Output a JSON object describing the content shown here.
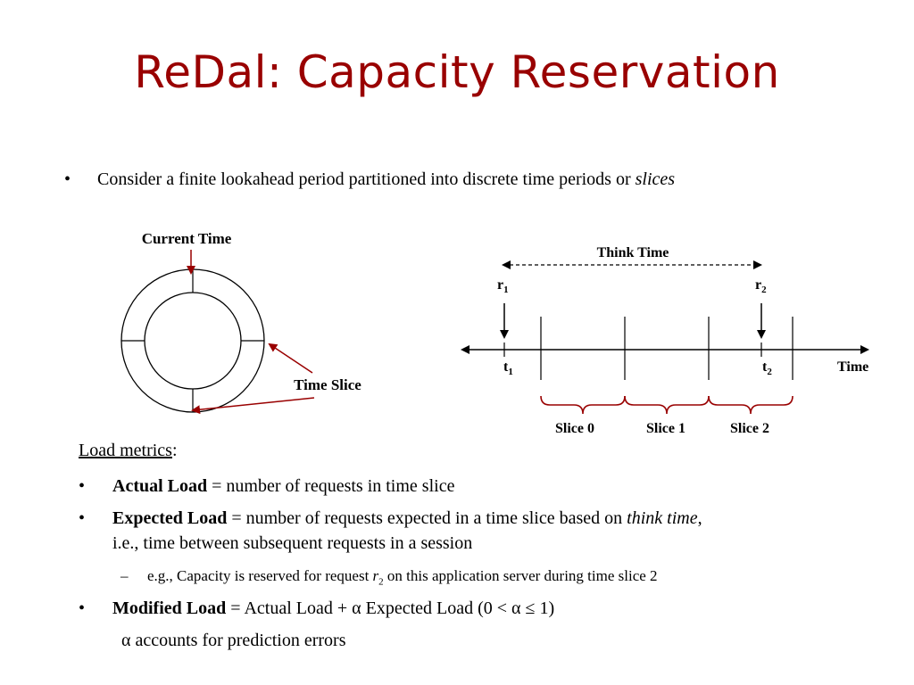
{
  "title": "ReDal:  Capacity Reservation",
  "intro": {
    "bullet": "•",
    "text": "Consider a finite lookahead period partitioned into discrete time periods or ",
    "italic": "slices"
  },
  "diagram": {
    "current_time_label": "Current Time",
    "time_slice_label": "Time Slice",
    "think_time_label": "Think Time",
    "r": "r",
    "t": "t",
    "sub1": "1",
    "sub2": "2",
    "time_label": "Time",
    "slices": [
      "Slice 0",
      "Slice 1",
      "Slice 2"
    ],
    "accent_color": "#990000"
  },
  "metrics": {
    "heading": "Load metrics",
    "heading_colon": ":",
    "bullet": "•",
    "actual": {
      "term": "Actual Load",
      "eq": " = ",
      "text": "number of requests in time slice"
    },
    "expected": {
      "term": "Expected Load",
      "eq": " = ",
      "text": "number of requests expected in a time slice based on ",
      "italic": "think time",
      "text_after": ",",
      "line2": "i.e., time between subsequent requests in a session"
    },
    "example": {
      "dash": "–",
      "text": "e.g., Capacity is reserved for request ",
      "var": "r",
      "sub": "2",
      "text_after": " on this application server during time slice 2"
    },
    "modified": {
      "term": "Modified Load",
      "eq": " = ",
      "p1": "Actual Load + ",
      "alpha": "α",
      "p2": " Expected Load (0 < ",
      "p3": " ≤ 1)"
    },
    "alpha_note": {
      "alpha": "α",
      "text": " accounts for prediction errors"
    }
  }
}
